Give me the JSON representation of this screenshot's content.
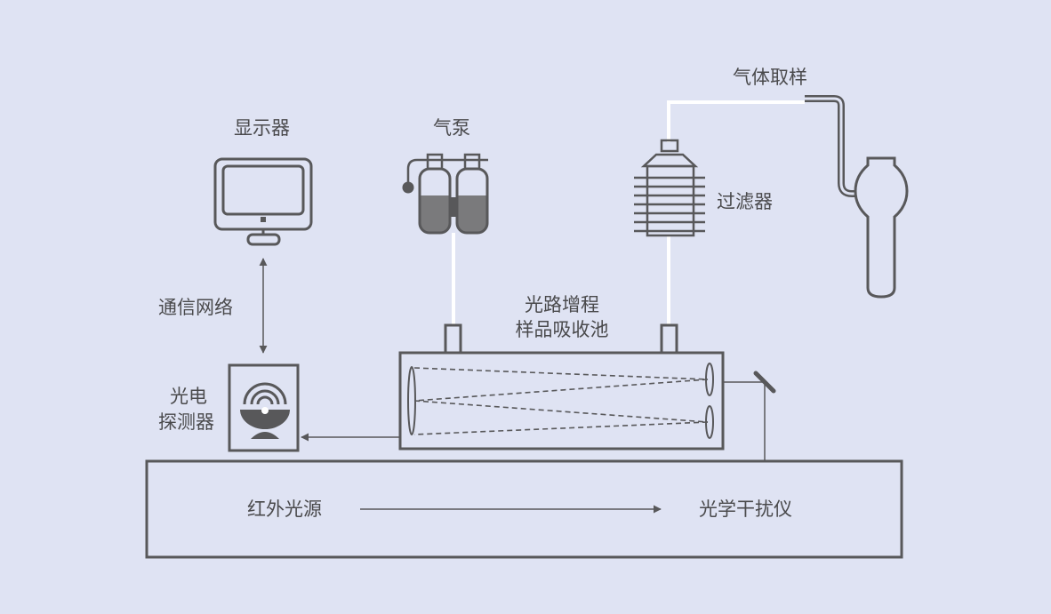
{
  "labels": {
    "monitor": "显示器",
    "pump": "气泵",
    "gas_sampling": "气体取样",
    "filter": "过滤器",
    "communication": "通信网络",
    "cell_line1": "光路增程",
    "cell_line2": "样品吸收池",
    "detector_line1": "光电",
    "detector_line2": "探测器",
    "ir_source": "红外光源",
    "interferometer": "光学干扰仪"
  },
  "colors": {
    "background": "#dfe3f3",
    "stroke": "#58585a",
    "fill_dark": "#7a7a7c",
    "pipe": "#ffffff",
    "text": "#4a4a4c"
  },
  "icons": {
    "monitor": "monitor-icon",
    "pump": "gas-cylinder-icon",
    "filter": "filter-icon",
    "flask": "sampling-flask-icon",
    "detector": "photodetector-icon",
    "mirror": "mirror-icon"
  }
}
